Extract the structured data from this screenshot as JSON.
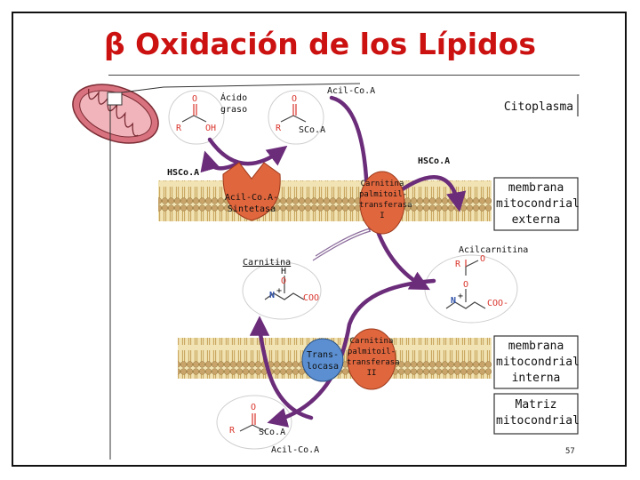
{
  "title": "β Oxidación de los Lípidos",
  "compartments": {
    "cytoplasm": "Citoplasma",
    "outer_membrane": [
      "membrana",
      "mitocondrial",
      "externa"
    ],
    "inner_membrane": [
      "membrana",
      "mitocondrial",
      "interna"
    ],
    "matrix": [
      "Matriz",
      "mitocondrial"
    ]
  },
  "molecules": {
    "fatty_acid": "Ácido graso",
    "acyl_coa_top": "Acil-Co.A",
    "acyl_coa_bottom": "Acil-Co.A",
    "hscoa_left": "HSCo.A",
    "hscoa_right": "HSCo.A",
    "carnitine": "Carnitina",
    "acylcarnitine": "Acilcarnitina"
  },
  "atoms": {
    "R": "R",
    "O": "O",
    "OH": "OH",
    "SCoA": "SCo.A",
    "H": "H",
    "N": "N",
    "plus": "+",
    "COO": "COO",
    "COO_minus": "COO-"
  },
  "enzymes": {
    "synthetase": [
      "Acil-Co.A-",
      "Sintetasa"
    ],
    "cpt1": [
      "Carnitina",
      "palmitoil-",
      "transferasa",
      "I"
    ],
    "translocase": [
      "Trans-",
      "locasa"
    ],
    "cpt2": [
      "Carnitina",
      "palmitoil-",
      "transferasa",
      "II"
    ]
  },
  "page_number": "57",
  "colors": {
    "title": "#cc1111",
    "arrow": "#6b2c7a",
    "enzyme": "#e0663d",
    "translocase": "#5b8fd1",
    "membrane_head": "#c8a46a",
    "membrane_tail": "#e9d49a",
    "carbonyl": "#d9342b",
    "nitrogen": "#2c4fa8",
    "mitochondrion": "#d9727f"
  }
}
